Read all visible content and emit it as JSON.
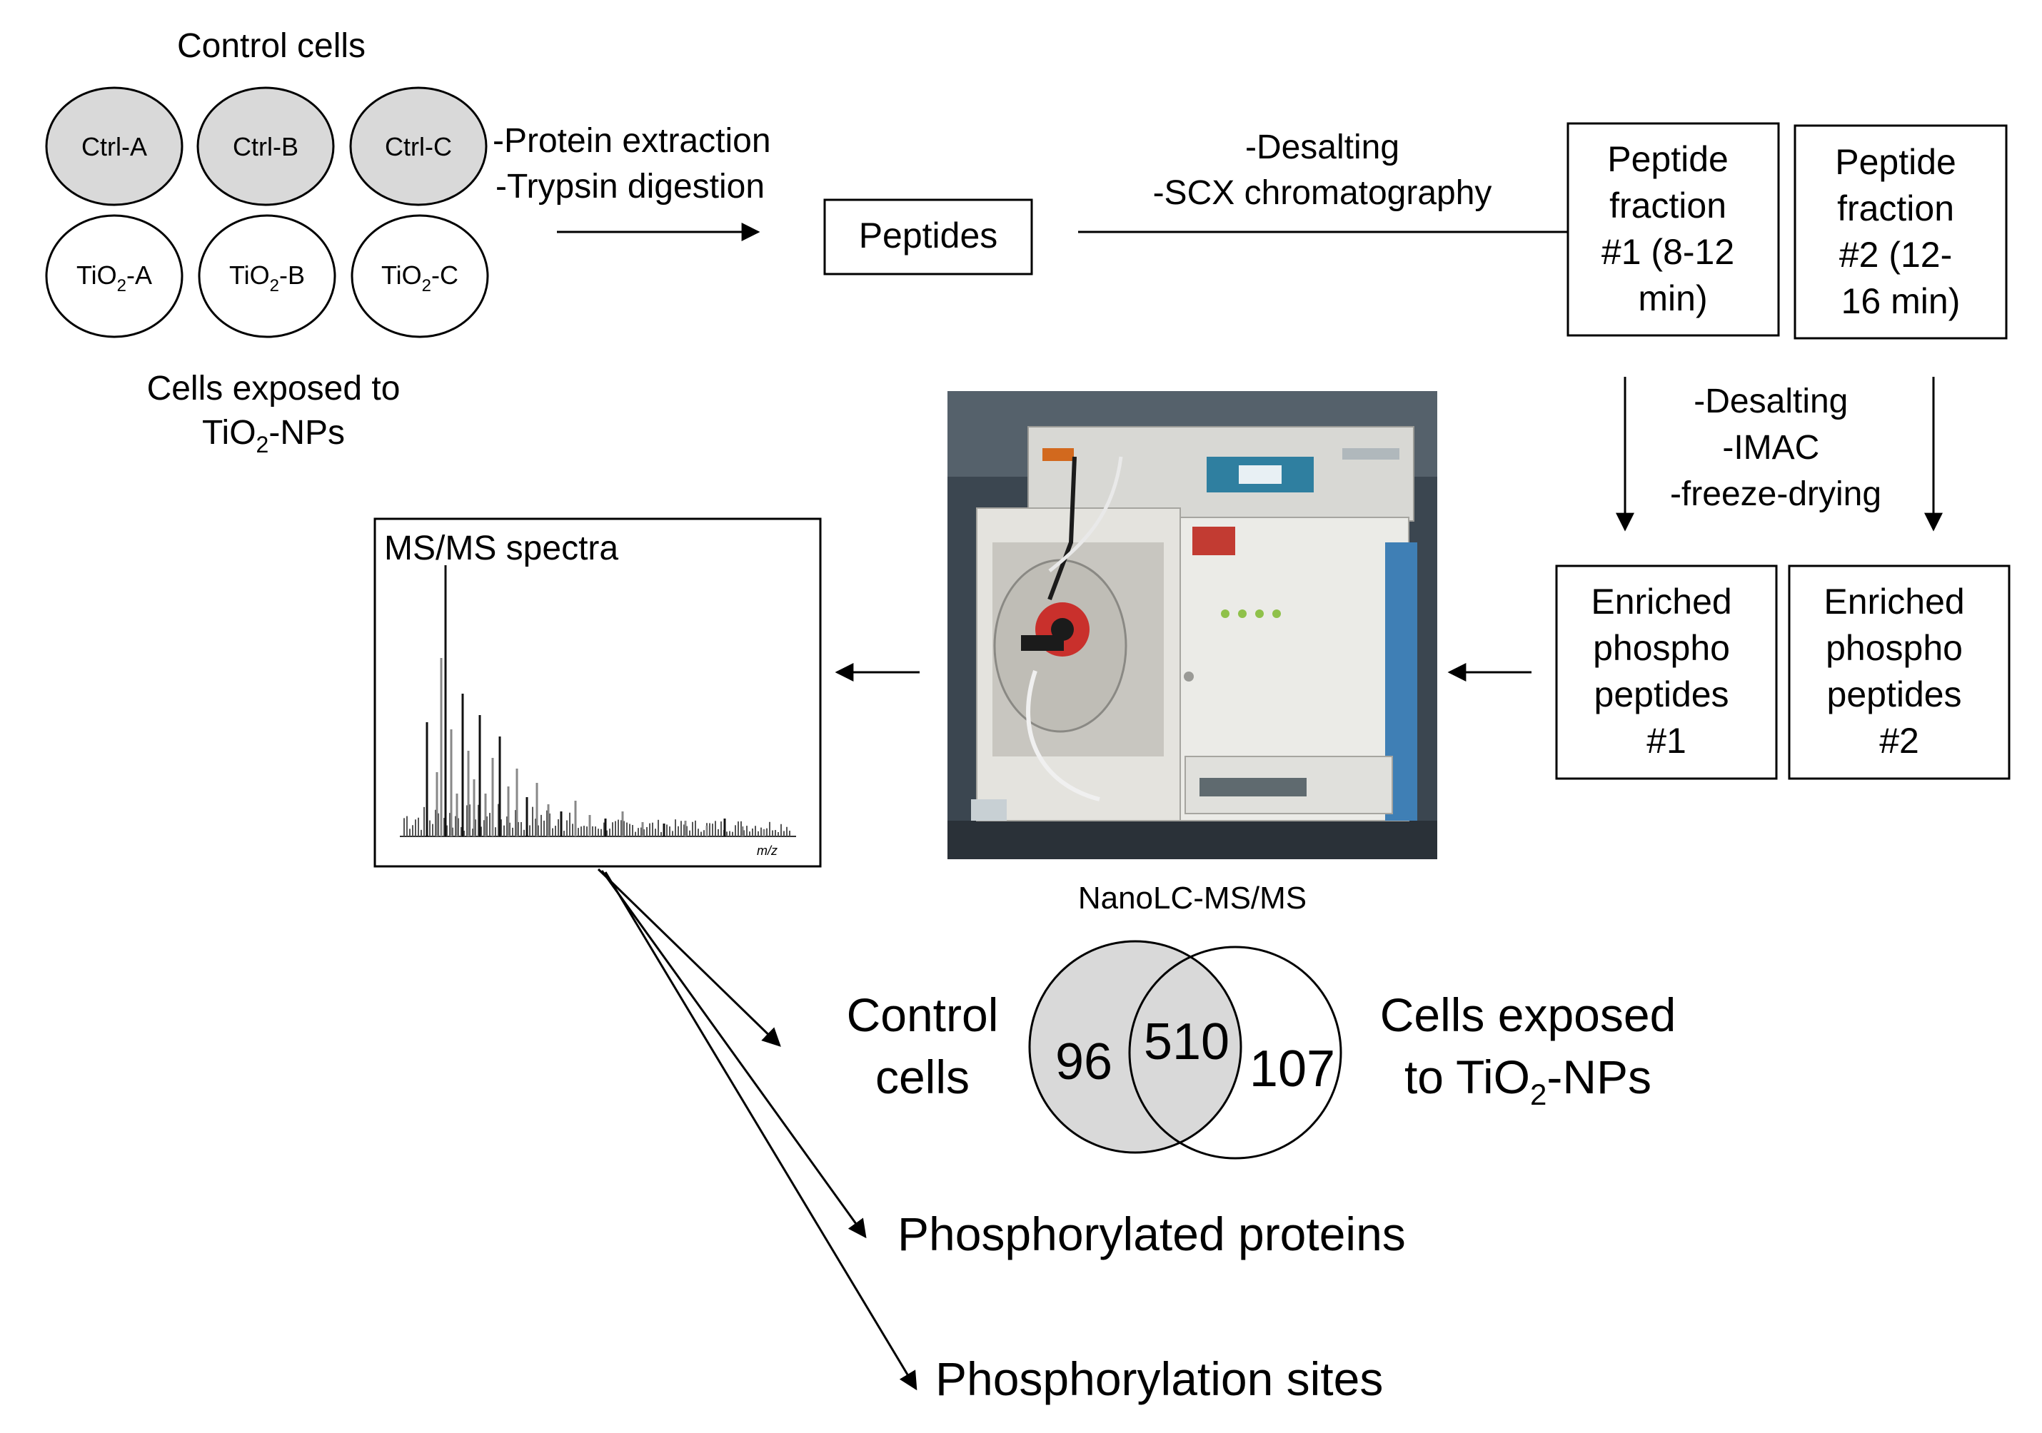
{
  "samples": {
    "control_header": "Control cells",
    "control": [
      "Ctrl-A",
      "Ctrl-B",
      "Ctrl-C"
    ],
    "tio2": [
      {
        "prefix": "TiO",
        "sub": "2",
        "suffix": "-A"
      },
      {
        "prefix": "TiO",
        "sub": "2",
        "suffix": "-B"
      },
      {
        "prefix": "TiO",
        "sub": "2",
        "suffix": "-C"
      }
    ],
    "exposed_caption_line1": "Cells exposed to",
    "exposed_caption_line2_prefix": "TiO",
    "exposed_caption_line2_sub": "2",
    "exposed_caption_line2_suffix": "-NPs"
  },
  "steps": {
    "extraction_line1": "-Protein extraction",
    "extraction_line2": "-Trypsin digestion",
    "peptides": "Peptides",
    "scx_line1": "-Desalting",
    "scx_line2": "-SCX chromatography",
    "fraction1": [
      "Peptide",
      "fraction",
      "#1 (8-12",
      "min)"
    ],
    "fraction2": [
      "Peptide",
      "fraction",
      "#2 (12-",
      "16 min)"
    ],
    "imac_lines": [
      "-Desalting",
      "-IMAC",
      "-freeze-drying"
    ],
    "enriched1": [
      "Enriched",
      "phospho",
      "peptides",
      "#1"
    ],
    "enriched2": [
      "Enriched",
      "phospho",
      "peptides",
      "#2"
    ],
    "instrument_caption": "NanoLC-MS/MS",
    "spectra_title": "MS/MS spectra",
    "spectra_axis": "m/z"
  },
  "venn": {
    "left_label_line1": "Control",
    "left_label_line2": "cells",
    "right_label_line1": "Cells exposed",
    "right_label_line2_prefix": "to TiO",
    "right_label_line2_sub": "2",
    "right_label_line2_suffix": "-NPs",
    "left_only": "96",
    "overlap": "510",
    "right_only": "107"
  },
  "outputs": {
    "proteins": "Phosphorylated proteins",
    "sites": "Phosphorylation sites"
  },
  "colors": {
    "control_fill": "#d9d9d9",
    "photo_bg": "#3b4650",
    "accent_blue": "#3f7fb5"
  }
}
